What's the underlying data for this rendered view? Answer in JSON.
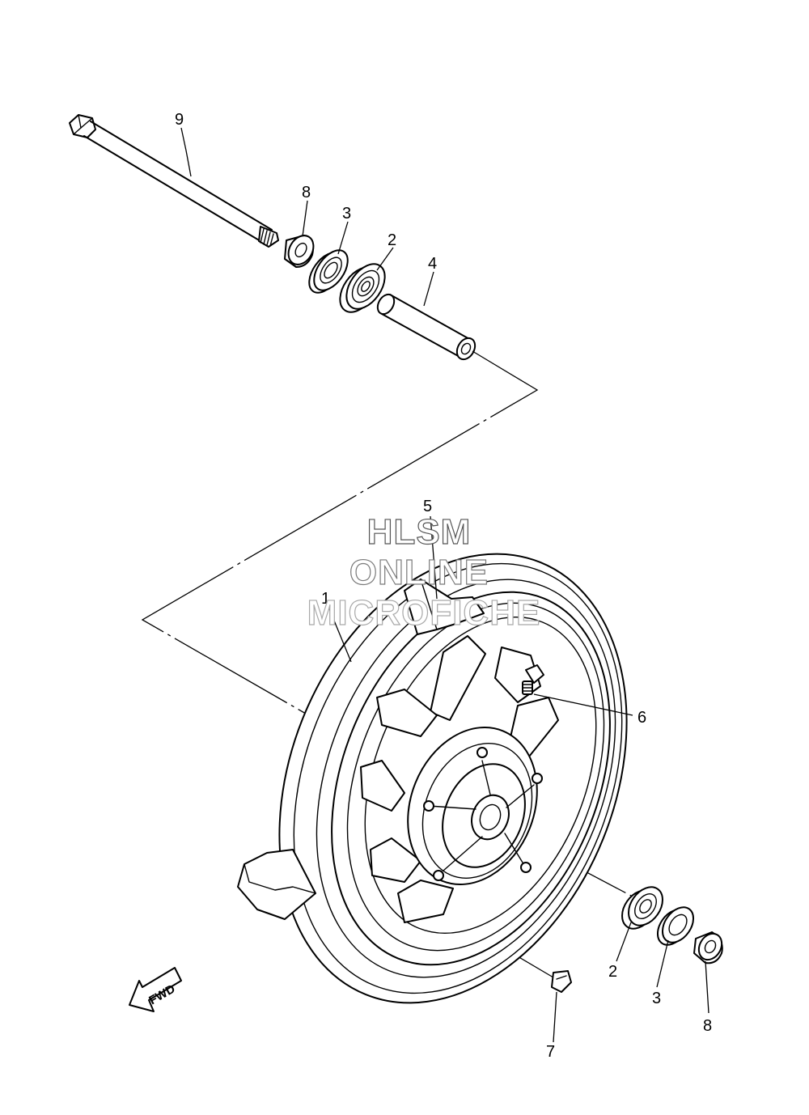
{
  "watermark": {
    "line1": "HLSM",
    "line2": "ONLINE",
    "line3": "MICROFICHE"
  },
  "direction_marker": {
    "label": "FWD",
    "icon": "fwd-arrow-icon"
  },
  "callouts": {
    "axle": "9",
    "collar_top": "8",
    "oil_seal_top": "3",
    "bearing_top": "2",
    "spacer": "4",
    "balance_weight": "5",
    "wheel": "1",
    "valve": "6",
    "bearing_bottom": "2",
    "oil_seal_bottom": "3",
    "collar_bottom": "8",
    "clip": "7"
  }
}
